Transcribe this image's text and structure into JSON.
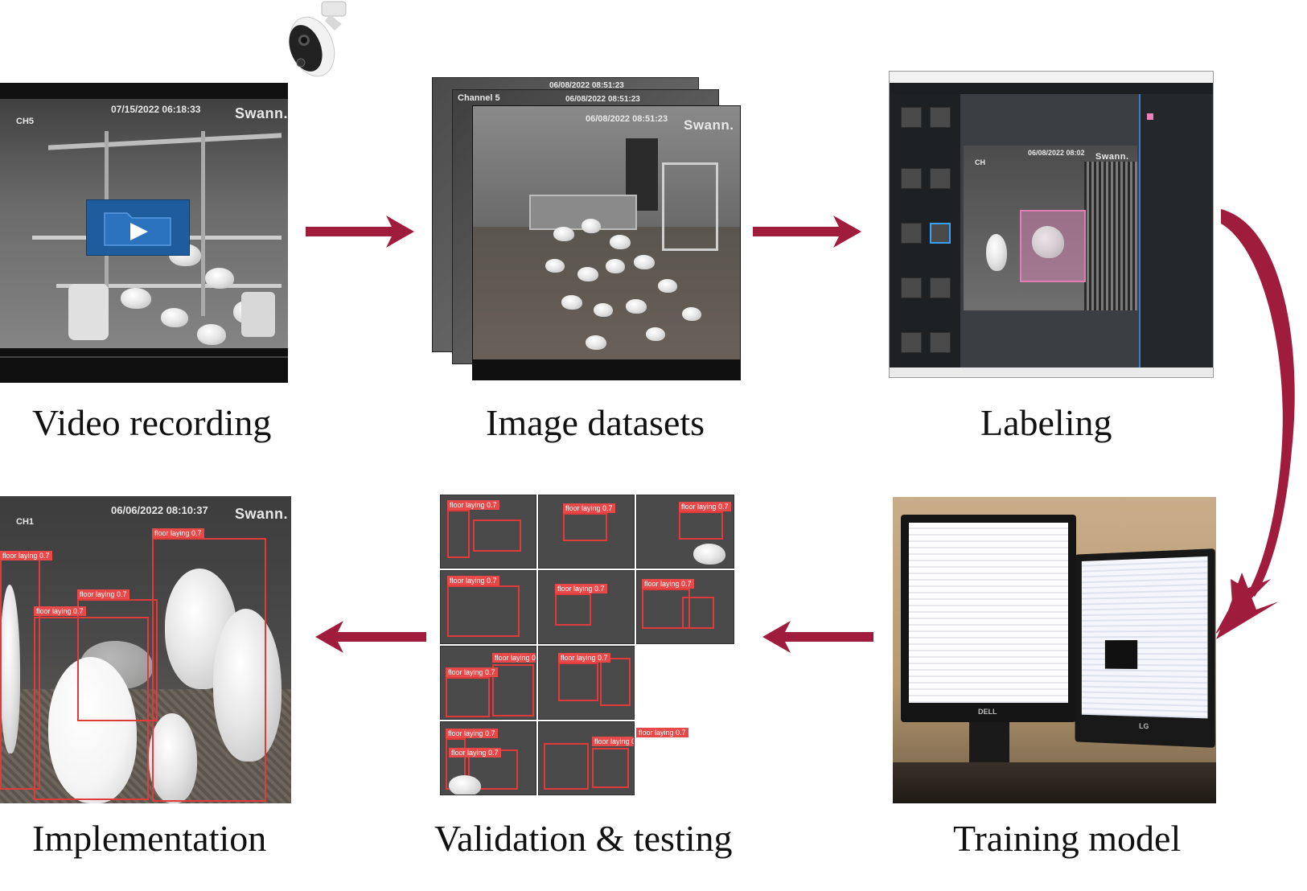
{
  "steps": {
    "video_recording": "Video recording",
    "image_datasets": "Image datasets",
    "labeling": "Labeling",
    "training_model": "Training model",
    "validation_testing": "Validation & testing",
    "implementation": "Implementation"
  },
  "camera_overlays": {
    "video_timestamp": "07/15/2022 06:18:33",
    "video_channel": "CH5",
    "brand": "Swann.",
    "dataset_channel": "Channel 5",
    "dataset_timestamp": "06/08/2022 08:51:23",
    "labeling_timestamp": "06/08/2022 08:02",
    "labeling_channel": "CH",
    "impl_timestamp": "06/06/2022 08:10:37",
    "impl_channel": "CH1"
  },
  "detection_label": "floor laying 0.7",
  "monitor_brands": {
    "left": "DELL",
    "right": "LG"
  },
  "colors": {
    "arrow": "#a01c3c",
    "bbox": "#e03a3a",
    "play_tile": "#1f5c9e"
  }
}
